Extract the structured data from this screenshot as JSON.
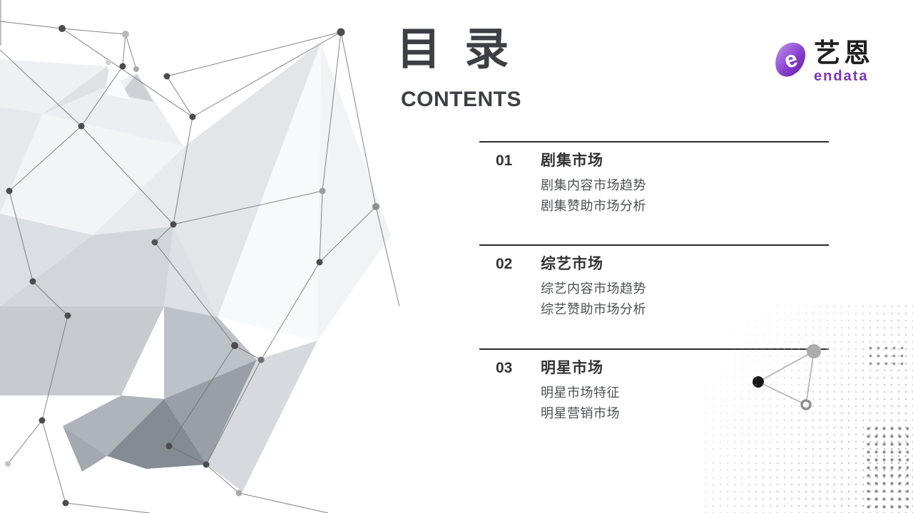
{
  "header": {
    "title_cn": "目 录",
    "title_en": "CONTENTS"
  },
  "logo": {
    "icon_letter": "e",
    "name_cn": "艺恩",
    "name_en": "endata"
  },
  "toc": {
    "sections": [
      {
        "number": "01",
        "title": "剧集市场",
        "items": [
          "剧集内容市场趋势",
          "剧集赞助市场分析"
        ]
      },
      {
        "number": "02",
        "title": "综艺市场",
        "items": [
          "综艺内容市场趋势",
          "综艺赞助市场分析"
        ]
      },
      {
        "number": "03",
        "title": "明星市场",
        "items": [
          "明星市场特征",
          "明星营销市场"
        ]
      }
    ]
  },
  "colors": {
    "brand_purple": "#7b35b8",
    "title_text": "#3d3f44",
    "section_text": "#333333",
    "item_text": "#4d4f52",
    "divider": "#2b2b2b"
  }
}
